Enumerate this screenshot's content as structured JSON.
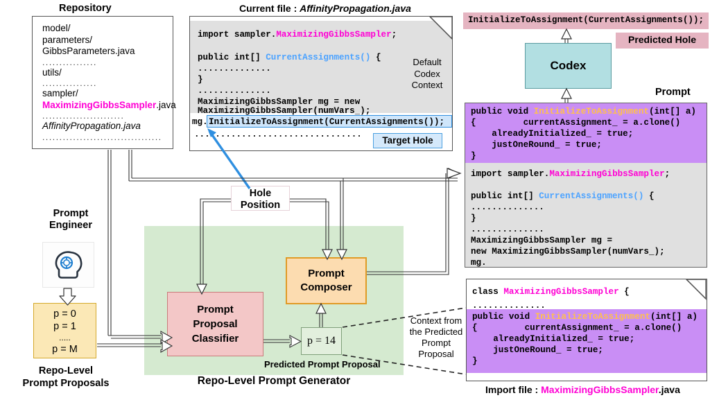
{
  "repository": {
    "title": "Repository",
    "lines": [
      {
        "text": "model/",
        "style": "plain"
      },
      {
        "text": "parameters/",
        "style": "plain"
      },
      {
        "text": "  GibbsParameters.java",
        "style": "plain"
      },
      {
        "text": "................",
        "style": "dots"
      },
      {
        "text": "utils/",
        "style": "plain"
      },
      {
        "text": "................",
        "style": "dots"
      },
      {
        "text": "sampler/",
        "style": "plain"
      },
      {
        "text": "MaximizingGibbsSampler.java",
        "style": "magenta-file"
      },
      {
        "text": "    ........................",
        "style": "dots"
      },
      {
        "text": "AffinityPropagation.java",
        "style": "italic"
      },
      {
        "text": "...................................",
        "style": "dots"
      }
    ],
    "highlight_name": "MaximizingGibbsSampler",
    "highlight_ext": ".java"
  },
  "current_file": {
    "label": "Current file : ",
    "filename": "AffinityPropagation.java",
    "context_label": "Default\nCodex\nContext",
    "context_lines": [
      "Default",
      "Codex",
      "Context"
    ],
    "code": {
      "l1_a": "import sampler.",
      "l1_b": "MaximizingGibbsSampler",
      "l1_c": ";",
      "l2_a": "public int[] ",
      "l2_b": "CurrentAssignments()",
      "l2_c": " {",
      "l3": "..............",
      "l4": "}",
      "l5": "..............",
      "l6": "MaximizingGibbsSampler mg = new",
      "l7": "MaximizingGibbsSampler(numVars_);",
      "l8_prefix": "mg.",
      "l8_hole": "InitializeToAssignment(CurrentAssignments());",
      "l9": "................................"
    },
    "target_hole_label": "Target Hole"
  },
  "predicted_hole": {
    "code": "InitializeToAssignment(CurrentAssignments());",
    "label": "Predicted Hole"
  },
  "codex": {
    "label": "Codex"
  },
  "prompt": {
    "label": "Prompt",
    "purple_lines": [
      {
        "a": "public void ",
        "b": "InitializeToAssignment",
        "c": "(int[] a)"
      },
      {
        "a": "{         currentAssignment_ = a.clone()",
        "b": "",
        "c": ""
      },
      {
        "a": "    alreadyInitialized_ = true;",
        "b": "",
        "c": ""
      },
      {
        "a": "    justOneRound_ = true;",
        "b": "",
        "c": ""
      },
      {
        "a": "}",
        "b": "",
        "c": ""
      }
    ],
    "grey_lines": [
      {
        "a": "import sampler.",
        "b": "MaximizingGibbsSampler",
        "c": ";",
        "bcolor": "magenta"
      },
      {
        "a": "",
        "b": "",
        "c": ""
      },
      {
        "a": "public int[] ",
        "b": "CurrentAssignments()",
        "c": " {",
        "bcolor": "blue"
      },
      {
        "a": "..............",
        "b": "",
        "c": ""
      },
      {
        "a": "}",
        "b": "",
        "c": ""
      },
      {
        "a": "..............",
        "b": "",
        "c": ""
      },
      {
        "a": "MaximizingGibbsSampler mg =",
        "b": "",
        "c": ""
      },
      {
        "a": "new MaximizingGibbsSampler(numVars_);",
        "b": "",
        "c": ""
      },
      {
        "a": "mg.",
        "b": "",
        "c": ""
      }
    ]
  },
  "import_file": {
    "head_a": "class ",
    "head_b": "MaximizingGibbsSampler",
    "head_c": " {",
    "dots": "..............",
    "purple_lines": [
      {
        "a": "public void ",
        "b": "InitializeToAssignment",
        "c": "(int[] a)"
      },
      {
        "a": "{         currentAssignment_ = a.clone()",
        "b": "",
        "c": ""
      },
      {
        "a": "    alreadyInitialized_ = true;",
        "b": "",
        "c": ""
      },
      {
        "a": "    justOneRound_ = true;",
        "b": "",
        "c": ""
      },
      {
        "a": "}",
        "b": "",
        "c": ""
      }
    ],
    "caption_label": "Import file : ",
    "caption_name": "MaximizingGibbsSampler",
    "caption_ext": ".java"
  },
  "prompt_engineer": {
    "title_line1": "Prompt",
    "title_line2": "Engineer",
    "icon": "head-with-gear-icon"
  },
  "proposals": {
    "items": [
      "p = 0",
      "p = 1",
      ".....",
      "p = M"
    ],
    "title_line1": "Repo-Level",
    "title_line2": "Prompt Proposals"
  },
  "generator": {
    "title": "Repo-Level Prompt Generator",
    "classifier_lines": [
      "Prompt",
      "Proposal",
      "Classifier"
    ],
    "composer_lines": [
      "Prompt",
      "Composer"
    ],
    "predicted_value": "p = 14",
    "predicted_label": "Predicted Prompt Proposal",
    "context_label_lines": [
      "Context from",
      "the Predicted",
      "Prompt",
      "Proposal"
    ]
  },
  "hole_position": {
    "line1": "Hole",
    "line2": "Position"
  },
  "colors": {
    "magenta": "#ff00d4",
    "code_blue": "#4da3ff",
    "code_orange": "#ffc04d",
    "codex_fill": "#b2dfe2",
    "predicted_hole_fill": "#e5b4c1",
    "prompt_purple": "#c98ef5",
    "generator_green": "#d5ead0",
    "classifier_pink": "#f3c7c7",
    "composer_orange": "#fcdcb0",
    "proposals_yellow": "#fbe8b6",
    "target_hole_blue": "#d5e9fb"
  }
}
